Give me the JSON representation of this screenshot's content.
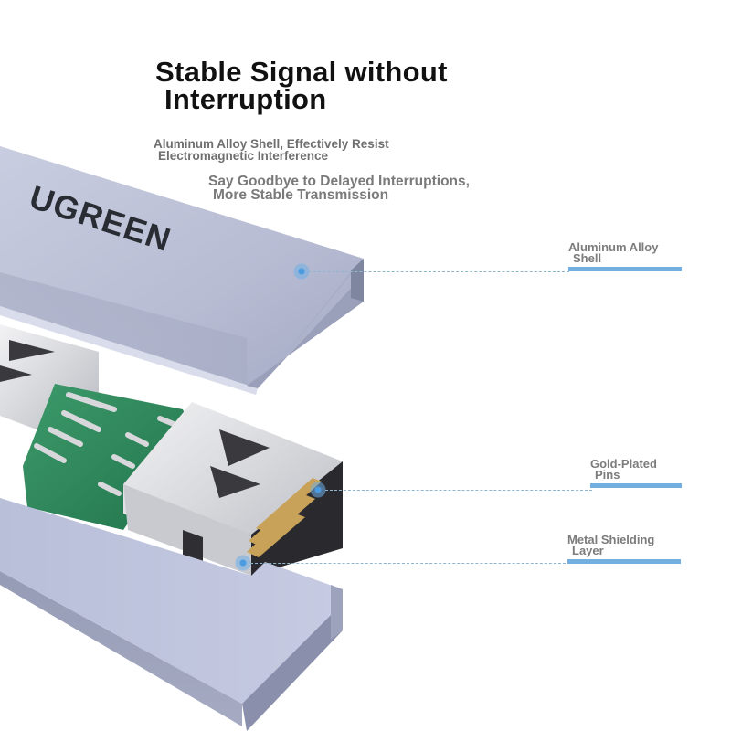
{
  "headline": {
    "line1": "Stable Signal without",
    "line2": "Interruption"
  },
  "subtitle_1": {
    "line1": "Aluminum Alloy Shell, Effectively Resist",
    "line2": "Electromagnetic Interference"
  },
  "subtitle_2": {
    "line1": "Say Goodbye to Delayed Interruptions,",
    "line2": "More Stable Transmission"
  },
  "product": {
    "brand_logo_text": "UGREEN",
    "image_description": "Exploded view of USB-A adapter: aluminum alloy top shell, green PCB with gold pins, USB-A female port with metal shielding, aluminum bottom shell"
  },
  "callouts": [
    {
      "line1": "Aluminum Alloy",
      "line2": "Shell"
    },
    {
      "line1": "Gold-Plated",
      "line2": "Pins"
    },
    {
      "line1": "Metal Shielding",
      "line2": "Layer"
    }
  ],
  "colors": {
    "accent_bar": "#72aee0",
    "callout_text": "#7c7c7c",
    "headline_text": "#111111",
    "shell": "#a9afc8",
    "pcb": "#2e8a5e",
    "pins_gold": "#c9a25a"
  }
}
